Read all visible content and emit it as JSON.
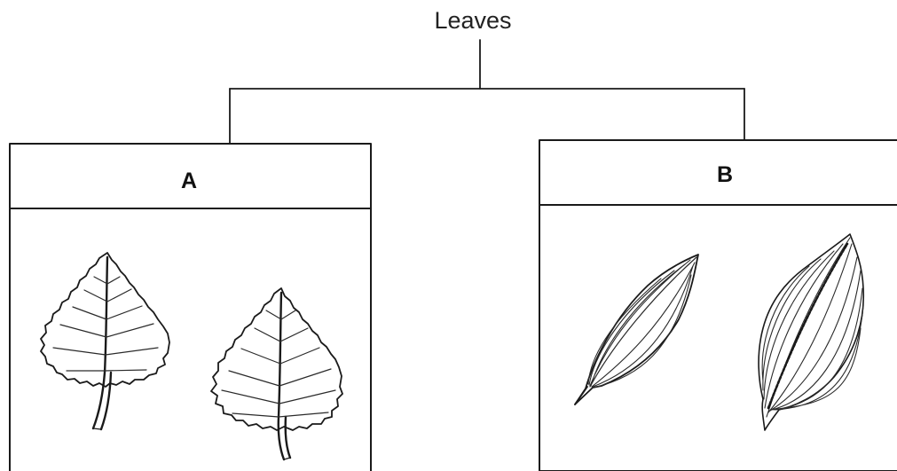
{
  "tree": {
    "root_label": "Leaves",
    "groups": [
      {
        "label": "A",
        "leaf_type": "net-veined-serrated-leaf",
        "leaf_count": 2
      },
      {
        "label": "B",
        "leaf_type": "parallel-veined-leaf",
        "leaf_count": 2
      }
    ]
  },
  "colors": {
    "ink": "#1a1a1a",
    "background": "#ffffff"
  }
}
